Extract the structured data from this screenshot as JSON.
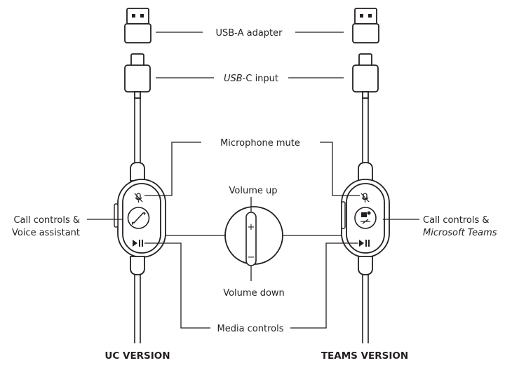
{
  "labels": {
    "usb_a": "USB-A adapter",
    "usb_c_italic": "USB",
    "usb_c_rest": "-C input",
    "mic_mute": "Microphone mute",
    "volume_up": "Volume up",
    "volume_down": "Volume down",
    "media_controls": "Media controls",
    "call_uc_line1": "Call controls &",
    "call_uc_line2": "Voice assistant",
    "call_teams_line1": "Call controls &",
    "call_teams_line2": "Microsoft Teams"
  },
  "versions": {
    "uc": "UC VERSION",
    "teams": "TEAMS VERSION"
  },
  "icons": {
    "mic_mute": "mic-mute-icon",
    "call": "phone-icon",
    "teams": "teams-icon",
    "play_pause": "play-pause-icon",
    "volume_plus": "+",
    "volume_minus": "−"
  },
  "colors": {
    "ink": "#231f20",
    "background": "#ffffff"
  }
}
